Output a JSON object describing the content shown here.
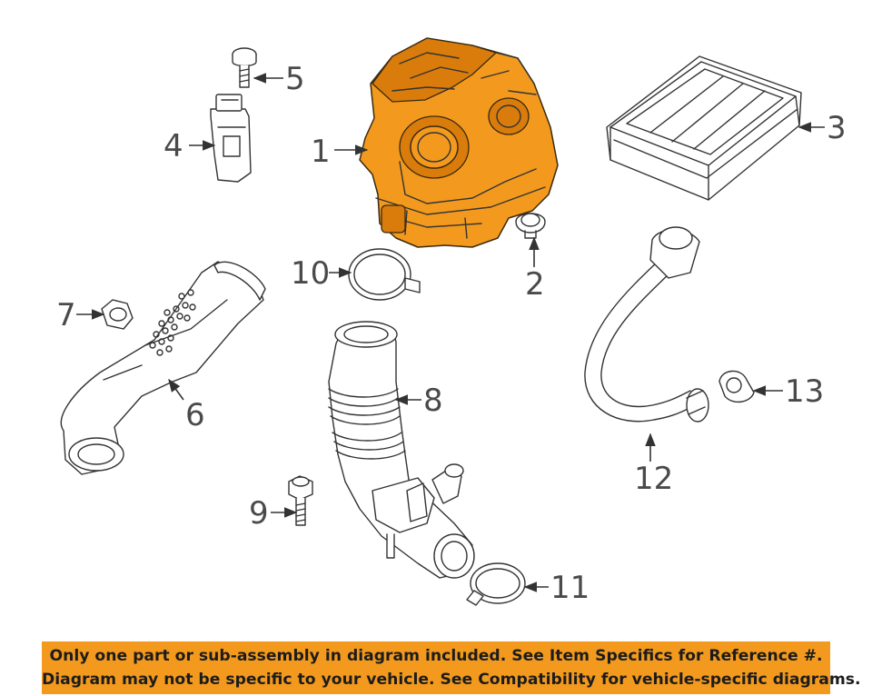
{
  "callouts": {
    "c1": "1",
    "c2": "2",
    "c3": "3",
    "c4": "4",
    "c5": "5",
    "c6": "6",
    "c7": "7",
    "c8": "8",
    "c9": "9",
    "c10": "10",
    "c11": "11",
    "c12": "12",
    "c13": "13"
  },
  "banner": {
    "line1": "Only one part or sub-assembly in diagram included. See Item Specifics for Reference #.",
    "line2": "Diagram may not be specific to your vehicle. See Compatibility for vehicle-specific diagrams."
  },
  "colors": {
    "highlight": "#f39a1e",
    "line": "#333333",
    "banner": "#f39a1e"
  }
}
